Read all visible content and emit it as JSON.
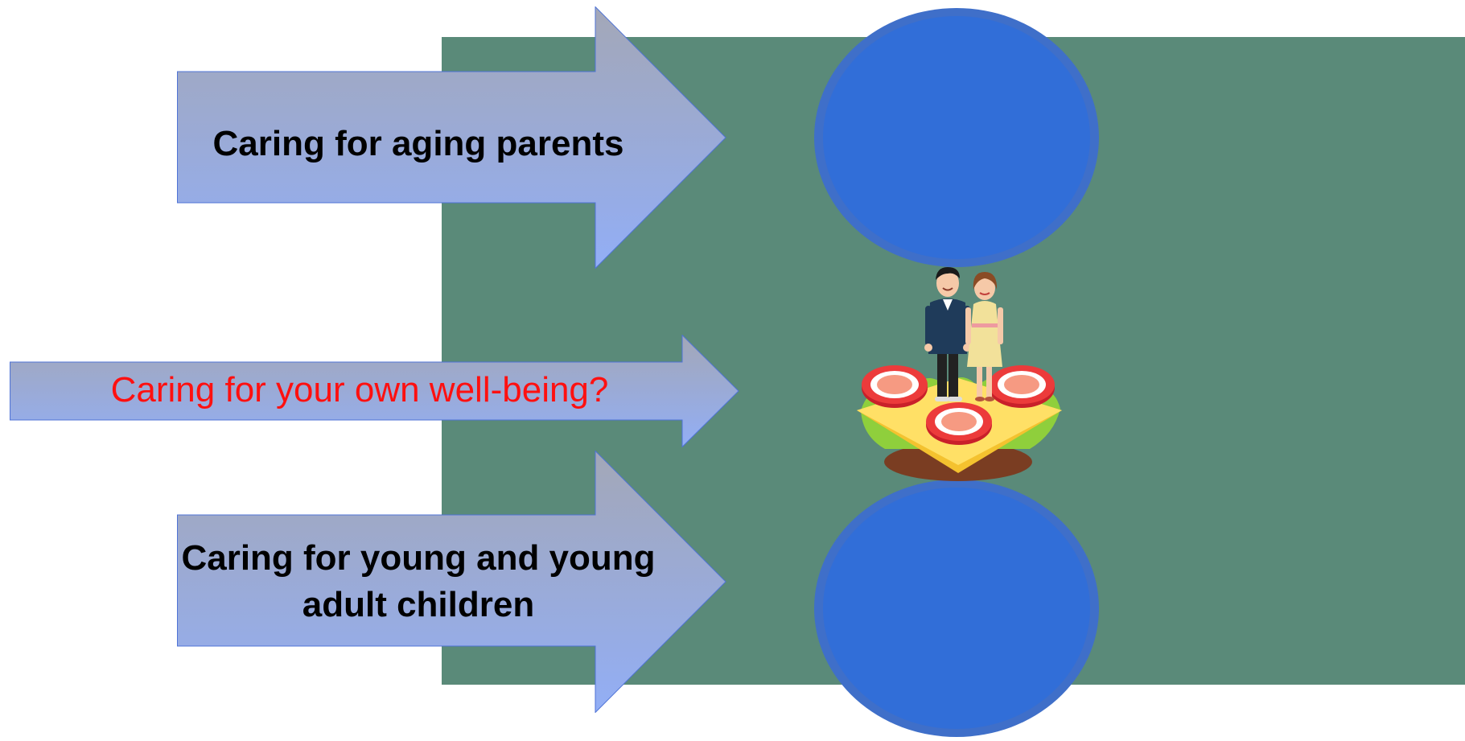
{
  "colors": {
    "panel_green": "#5a8a79",
    "circle_blue": "#316ed8",
    "circle_edge": "#3f6fc9",
    "arrow_top": "#a3a7b7",
    "arrow_bottom": "#92aef6",
    "arrow_stroke": "#4f73d6",
    "highlight_text": "#ff1010"
  },
  "arrows": [
    {
      "label": "Caring for aging parents"
    },
    {
      "label": "Caring for your own well-being?"
    },
    {
      "label": "Caring for young and young adult children"
    }
  ],
  "illustration": {
    "icon": "couple-on-sandwich-icon"
  }
}
